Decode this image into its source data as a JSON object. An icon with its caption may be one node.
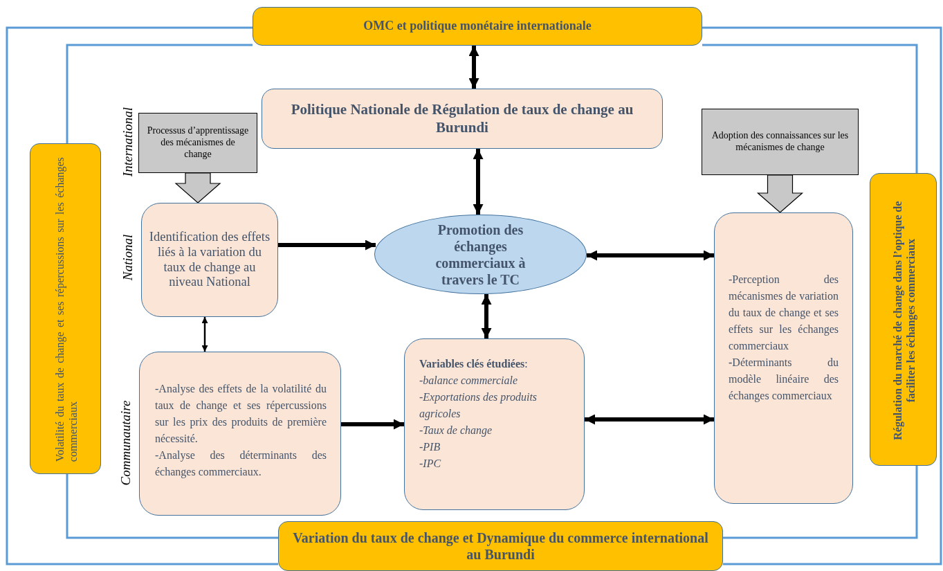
{
  "diagram": {
    "nodes": [
      {
        "text": [
          "OMC et politique monétaire internationale"
        ]
      },
      {
        "text": [
          "Politique Nationale  de Régulation de taux de change au Burundi"
        ]
      },
      {
        "text": [
          "Processus d’apprentissage des mécanismes de change"
        ]
      },
      {
        "text": [
          "Adoption des connaissances sur les mécanismes de change"
        ]
      },
      {
        "text": [
          "Identification des effets liés à la variation du taux de change au niveau National"
        ]
      },
      {
        "text": [
          "Promotion des échanges commerciaux à travers le TC"
        ]
      },
      {
        "text": [
          "-Perception des mécanismes de variation du taux de change et ses effets sur les échanges commerciaux",
          "**-**Déterminants du modèle linéaire des échanges commerciaux"
        ]
      },
      {
        "text": [
          "-Analyse des effets de la volatilité du taux de change et ses répercussions sur les prix des produits de première nécessité.",
          "-Analyse des déterminants des échanges commerciaux."
        ]
      },
      {
        "text": [
          "**Variables clés étudiées**:",
          "-balance commerciale",
          "-Exportations des produits agricoles",
          "-Taux de change",
          "-PIB",
          "-IPC"
        ]
      },
      {
        "text": [
          "Volatilité du taux de change et ses répercussions sur les échanges commerciaux"
        ]
      },
      {
        "text": [
          "Régulation du marché de change dans l’optique de faciliter les échanges commerciaux"
        ]
      },
      {
        "text": [
          "Variation du taux de change et Dynamique du commerce international au Burundi"
        ]
      }
    ],
    "edges": [
      {
        "from": 0,
        "to": 1,
        "arrow": "both",
        "style": "thick"
      },
      {
        "from": 1,
        "to": 5,
        "arrow": "both",
        "style": "thick"
      },
      {
        "from": 4,
        "to": 5,
        "arrow": "to",
        "style": "thick"
      },
      {
        "from": 5,
        "to": 6,
        "arrow": "both",
        "style": "thick"
      },
      {
        "from": 5,
        "to": 8,
        "arrow": "both",
        "style": "thick"
      },
      {
        "from": 4,
        "to": 7,
        "arrow": "both"
      },
      {
        "from": 7,
        "to": 8,
        "arrow": "to",
        "style": "thick"
      },
      {
        "from": 8,
        "to": 6,
        "arrow": "both",
        "style": "thick"
      },
      {
        "from": 2,
        "to": 4,
        "arrow": "to",
        "color": "#c8c8c8"
      },
      {
        "from": 3,
        "to": 6,
        "arrow": "to",
        "color": "#c8c8c8"
      },
      {
        "from": 9,
        "to": 0,
        "arrow": "none",
        "color": "#5b9bd5"
      },
      {
        "from": 9,
        "to": 11,
        "arrow": "none",
        "color": "#5b9bd5"
      },
      {
        "from": 10,
        "to": 0,
        "arrow": "none",
        "color": "#5b9bd5"
      },
      {
        "from": 10,
        "to": 11,
        "arrow": "none",
        "color": "#5b9bd5"
      },
      {
        "from": 0,
        "to": 11,
        "arrow": "none",
        "color": "#5b9bd5"
      },
      {
        "from": 0,
        "to": 11,
        "arrow": "none",
        "color": "#5b9bd5"
      }
    ],
    "labels": [
      "International",
      "National",
      "Communautaire"
    ]
  }
}
